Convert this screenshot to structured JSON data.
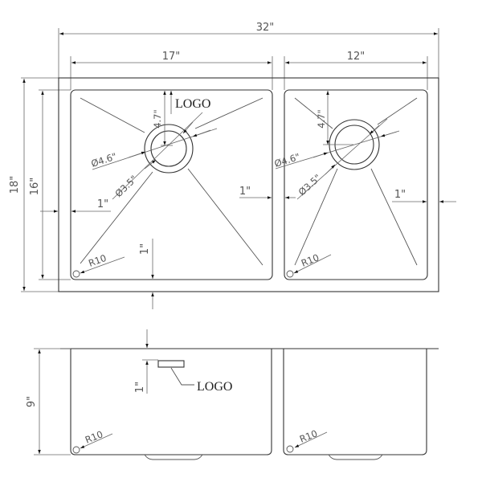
{
  "drawing": {
    "title": "Double bowl undermount sink dimension drawing",
    "top_view": {
      "overall_width": "32\"",
      "left_bowl_width": "17\"",
      "right_bowl_width": "12\"",
      "overall_depth": "18\"",
      "bowl_depth": "16\"",
      "left_margin": "1\"",
      "divider_gap": "1\"",
      "right_margin": "1\"",
      "bottom_margin": "1\"",
      "logo_label": "LOGO",
      "left_bowl": {
        "drain_offset": "4.7\"",
        "outer_diameter": "Ø4.6\"",
        "inner_diameter": "Ø3.5\"",
        "corner_radius": "R10"
      },
      "right_bowl": {
        "drain_offset": "4.7\"",
        "outer_diameter": "Ø4.6\"",
        "inner_diameter": "Ø3.5\"",
        "corner_radius": "R10"
      }
    },
    "front_view": {
      "height": "9\"",
      "logo_offset": "1\"",
      "logo_label": "LOGO",
      "left_corner_radius": "R10",
      "right_corner_radius": "R10"
    }
  }
}
